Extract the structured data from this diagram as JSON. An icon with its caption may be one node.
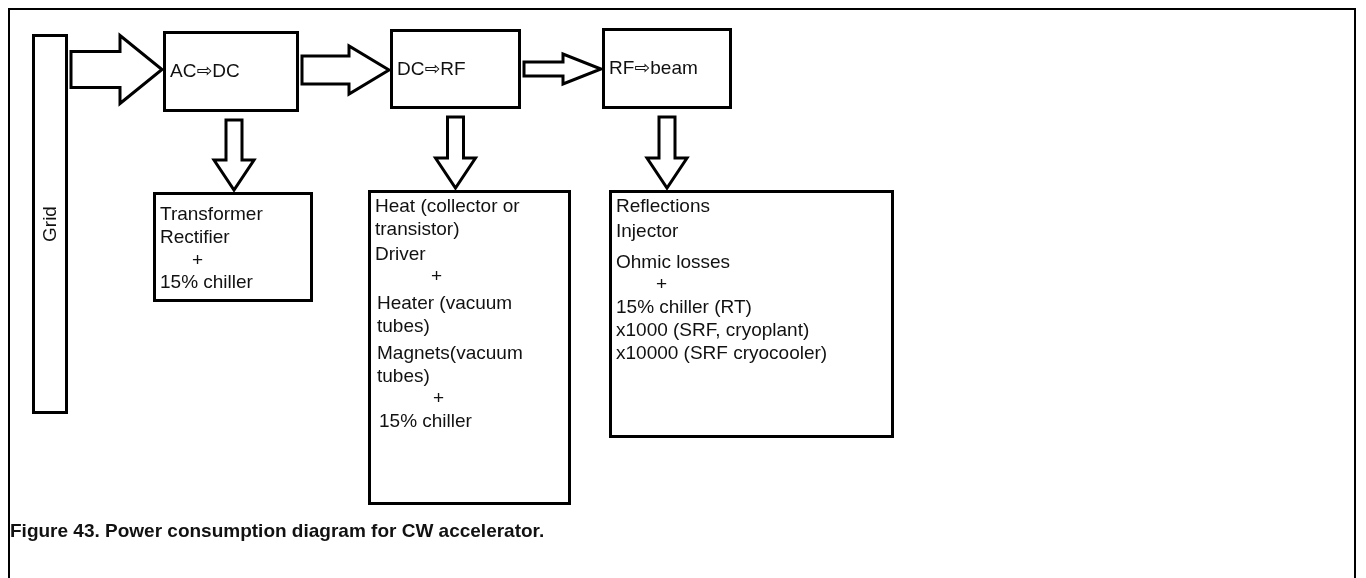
{
  "diagram": {
    "caption": "Figure 43. Power consumption diagram for CW accelerator.",
    "nodes": [
      {
        "text": [
          "Grid"
        ]
      },
      {
        "text": [
          "AC⇨DC"
        ]
      },
      {
        "text": [
          "DC⇨RF"
        ]
      },
      {
        "text": [
          "RF⇨beam"
        ]
      },
      {
        "text": [
          "Transformer",
          "Rectifier",
          "+",
          "15% chiller"
        ]
      },
      {
        "text": [
          "Heat (collector or transistor)",
          "Driver",
          "+",
          "Heater (vacuum tubes)",
          "Magnets(vacuum tubes)",
          "+",
          "15% chiller"
        ]
      },
      {
        "text": [
          "Reflections",
          "Injector",
          "Ohmic losses",
          "+",
          "15% chiller  (RT)",
          "x1000 (SRF, cryoplant)",
          "x10000 (SRF cryocooler)"
        ]
      }
    ],
    "edges": [
      {
        "from": 0,
        "to": 1,
        "arrow": "to"
      },
      {
        "from": 1,
        "to": 2,
        "arrow": "to"
      },
      {
        "from": 2,
        "to": 3,
        "arrow": "to"
      },
      {
        "from": 1,
        "to": 4,
        "arrow": "to"
      },
      {
        "from": 2,
        "to": 5,
        "arrow": "to"
      },
      {
        "from": 3,
        "to": 6,
        "arrow": "to"
      }
    ]
  }
}
